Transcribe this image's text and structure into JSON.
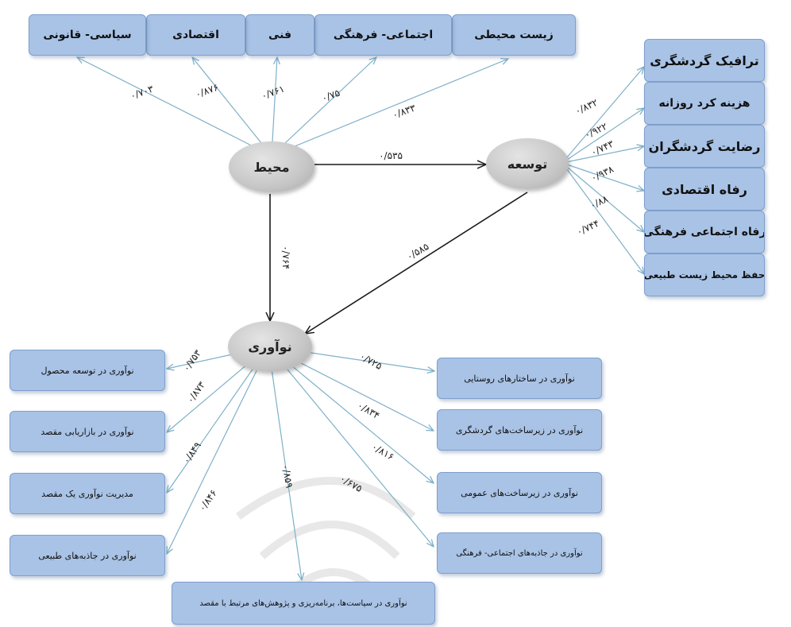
{
  "nodes": {
    "environment": "محیط",
    "development": "توسعه",
    "innovation": "نوآوری"
  },
  "environment_indicators": [
    {
      "label": "زیست محیطی",
      "coef": "۰/۸۳۳"
    },
    {
      "label": "اجتماعی- فرهنگی",
      "coef": "۰/۷۵"
    },
    {
      "label": "فنی",
      "coef": "۰/۷۶۱"
    },
    {
      "label": "اقتصادی",
      "coef": "۰/۸۷۶"
    },
    {
      "label": "سیاسی- قانونی",
      "coef": "۰/۷۰۳"
    }
  ],
  "development_indicators": [
    {
      "label": "ترافیک گردشگری",
      "coef": "۰/۸۳۲"
    },
    {
      "label": "هزینه کرد روزانه",
      "coef": "۰/۹۲۲"
    },
    {
      "label": "رضایت گردشگران",
      "coef": "۰/۷۴۳"
    },
    {
      "label": "رفاه اقتصادی",
      "coef": "۰/۹۳۸"
    },
    {
      "label": "رفاه اجتماعی فرهنگی",
      "coef": "۰/۸۸"
    },
    {
      "label": "حفظ محیط زیست طبیعی",
      "coef": "۰/۷۴۴"
    }
  ],
  "innovation_indicators_left": [
    {
      "label": "نوآوری در توسعه محصول",
      "coef": "۰/۷۵۳"
    },
    {
      "label": "نوآوری در بازاریابی مقصد",
      "coef": "۰/۸۷۳"
    },
    {
      "label": "مدیریت نوآوری یک مقصد",
      "coef": "۰/۸۴۹"
    },
    {
      "label": "نوآوری در جاذبه‌های طبیعی",
      "coef": "۰/۸۴۶"
    }
  ],
  "innovation_indicators_right": [
    {
      "label": "نوآوری در ساختارهای روستایی",
      "coef": "۰/۷۲۵"
    },
    {
      "label": "نوآوری در زیرساخت‌های گردشگری",
      "coef": "۰/۸۳۴"
    },
    {
      "label": "نوآوری در زیرساخت‌های عمومی",
      "coef": "۰/۸۱۶"
    },
    {
      "label": "نوآوری در جاذبه‌های اجتماعی- فرهنگی",
      "coef": "۰/۶۷۵"
    }
  ],
  "innovation_indicator_bottom": {
    "label": "نوآوری در سیاست‌ها، برنامه‌ریزی و پژوهش‌های مرتبط با مقصد",
    "coef": "۰/۸۵۹"
  },
  "paths": {
    "environment_to_development": "۰/۵۳۵",
    "environment_to_innovation": "۰/۷۶۴",
    "development_to_innovation": "۰/۵۸۵"
  },
  "colors": {
    "box_fill": "#a9c3e6",
    "box_border": "#7f9fcc",
    "indicator_line": "#7fb0c8",
    "path_line": "#1a1a1a"
  }
}
